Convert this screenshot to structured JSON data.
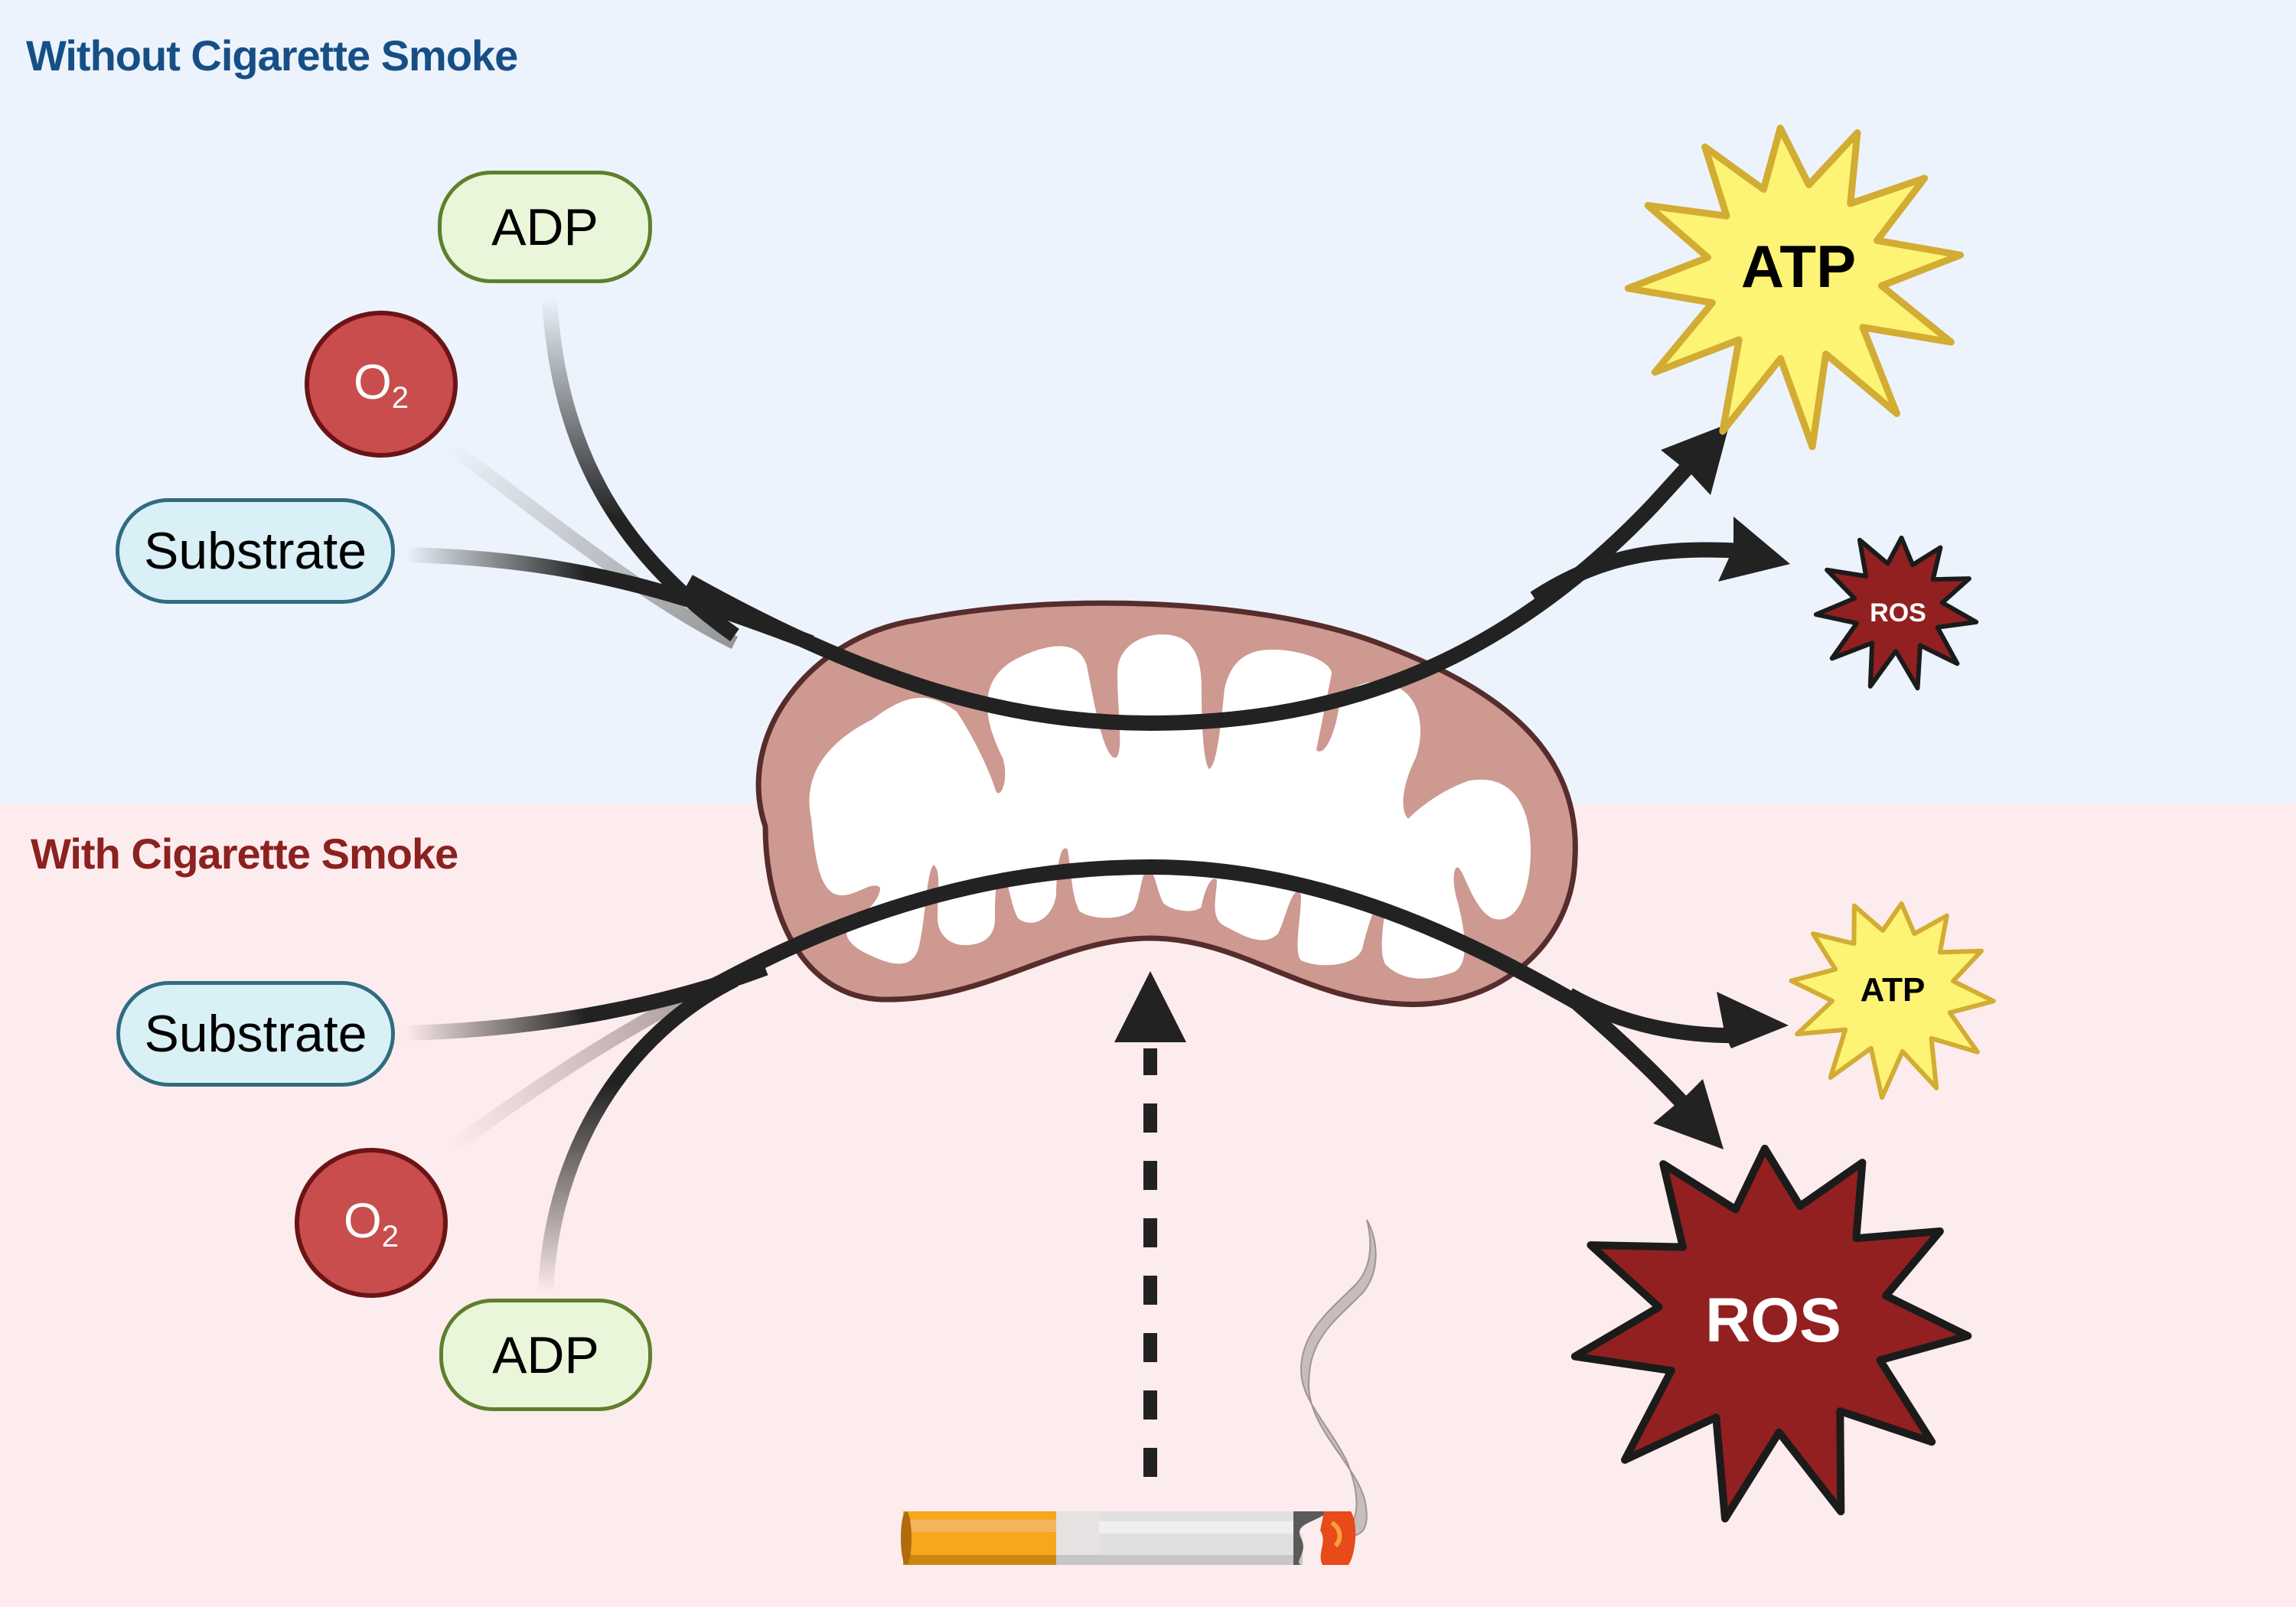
{
  "panels": {
    "top": {
      "title": "Without Cigarette Smoke",
      "inputs": {
        "adp": "ADP",
        "o2": "O",
        "o2_sub": "2",
        "substrate": "Substrate"
      },
      "outputs": {
        "atp": "ATP",
        "ros": "ROS"
      },
      "output_emphasis": {
        "atp": "large",
        "ros": "small"
      }
    },
    "bottom": {
      "title": "With Cigarette Smoke",
      "inputs": {
        "substrate": "Substrate",
        "o2": "O",
        "o2_sub": "2",
        "adp": "ADP"
      },
      "outputs": {
        "atp": "ATP",
        "ros": "ROS"
      },
      "output_emphasis": {
        "atp": "small",
        "ros": "large"
      }
    }
  },
  "icons": {
    "organelle": "mitochondrion-icon",
    "stimulus": "cigarette-icon",
    "smoke": "smoke-icon",
    "arrow_style": "dashed-arrow"
  },
  "colors": {
    "top_background": "#ecf3fc",
    "bottom_background": "#fdeced",
    "top_title": "#164f86",
    "bottom_title": "#8c2121",
    "atp_fill": "#fdf374",
    "atp_stroke": "#d2ac33",
    "ros_fill": "#922020",
    "mito_fill": "#cd9991",
    "mito_stroke": "#572c2c",
    "o2_fill": "#c94d4d",
    "arrow": "#222222"
  }
}
